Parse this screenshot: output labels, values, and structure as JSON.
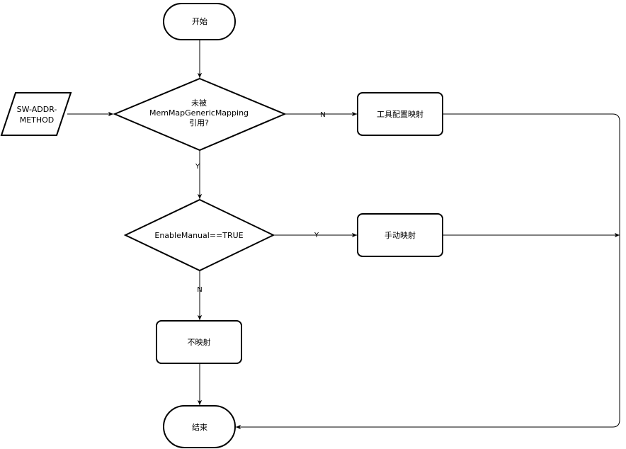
{
  "nodes": {
    "start": {
      "label": "开始"
    },
    "input": {
      "line1": "SW-ADDR-",
      "line2": "METHOD"
    },
    "decision1": {
      "line1": "未被",
      "line2": "MemMapGenericMapping",
      "line3": "引用?"
    },
    "tool_mapping": {
      "label": "工具配置映射"
    },
    "decision2": {
      "label": "EnableManual==TRUE"
    },
    "manual_mapping": {
      "label": "手动映射"
    },
    "no_mapping": {
      "label": "不映射"
    },
    "end": {
      "label": "结束"
    }
  },
  "edge_labels": {
    "d1_no": "N",
    "d1_yes": "Y",
    "d2_yes": "Y",
    "d2_no": "N"
  }
}
